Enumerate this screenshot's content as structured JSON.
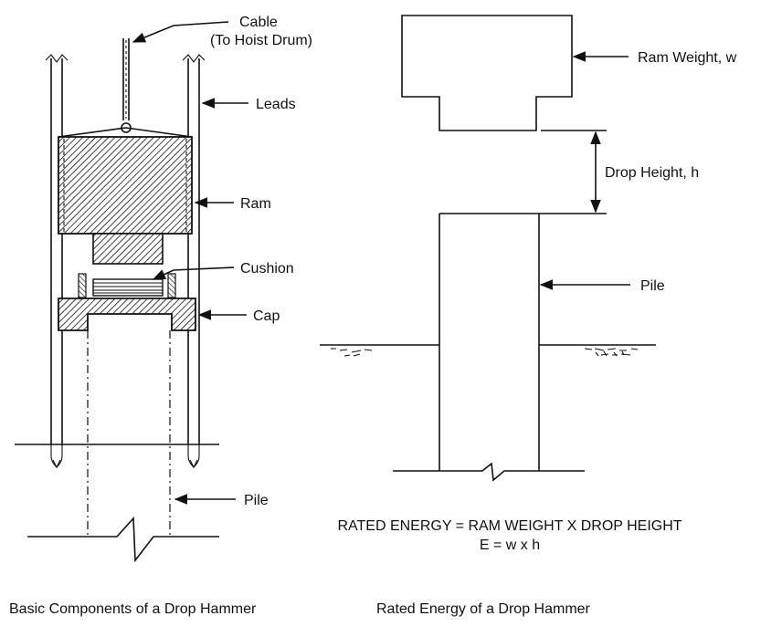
{
  "left_diagram": {
    "labels": {
      "cable": "Cable",
      "cable_sub": "(To Hoist Drum)",
      "leads": "Leads",
      "ram": "Ram",
      "cushion": "Cushion",
      "cap": "Cap",
      "pile": "Pile"
    },
    "caption": "Basic Components of a Drop Hammer"
  },
  "right_diagram": {
    "labels": {
      "ram_weight": "Ram Weight, w",
      "drop_height": "Drop Height, h",
      "pile": "Pile"
    },
    "equation_line1": "RATED ENERGY = RAM WEIGHT X DROP HEIGHT",
    "equation_line2": "E = w x h",
    "caption": "Rated Energy of a Drop Hammer"
  }
}
